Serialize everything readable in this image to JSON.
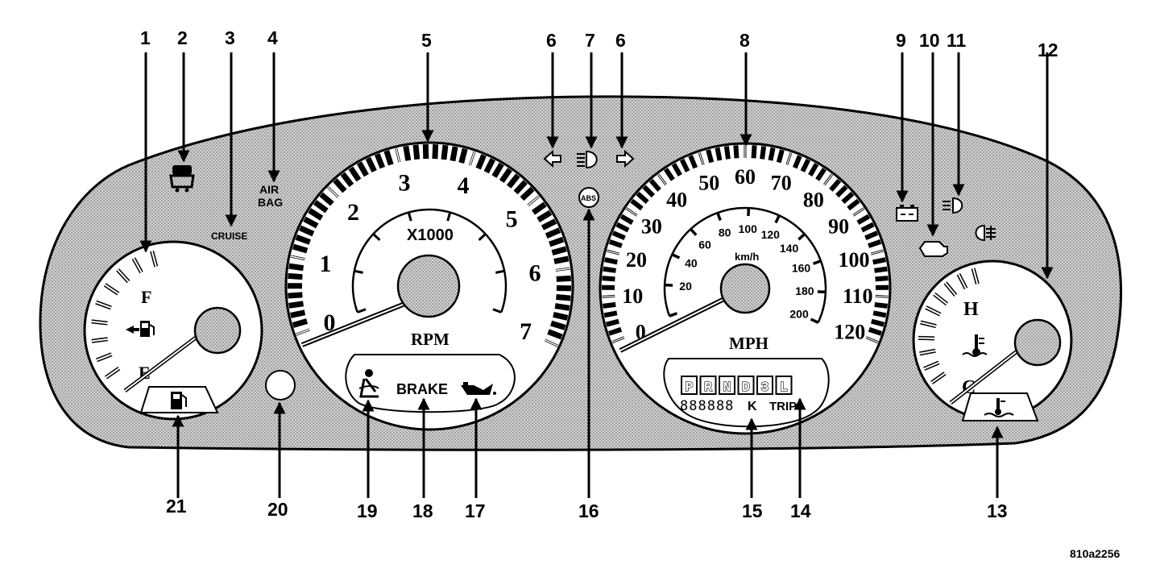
{
  "figure_id": "810a2256",
  "callouts": {
    "c1": "1",
    "c2": "2",
    "c3": "3",
    "c4": "4",
    "c5": "5",
    "c6a": "6",
    "c7": "7",
    "c6b": "6",
    "c8": "8",
    "c9": "9",
    "c10": "10",
    "c11": "11",
    "c12": "12",
    "c13": "13",
    "c14": "14",
    "c15": "15",
    "c16": "16",
    "c17": "17",
    "c18": "18",
    "c19": "19",
    "c20": "20",
    "c21": "21"
  },
  "tachometer": {
    "ticks": [
      "0",
      "1",
      "2",
      "3",
      "4",
      "5",
      "6",
      "7"
    ],
    "multiplier": "X1000",
    "unit": "RPM"
  },
  "speedometer": {
    "mph_ticks": [
      "0",
      "10",
      "20",
      "30",
      "40",
      "50",
      "60",
      "70",
      "80",
      "90",
      "100",
      "110",
      "120"
    ],
    "kmh_ticks": [
      "20",
      "40",
      "60",
      "80",
      "100",
      "120",
      "140",
      "160",
      "180",
      "200"
    ],
    "kmh_unit": "km/h",
    "mph_unit": "MPH"
  },
  "fuel_gauge": {
    "full": "F",
    "empty": "E"
  },
  "temp_gauge": {
    "hot": "H",
    "cold": "C"
  },
  "indicators": {
    "cruise": "CRUISE",
    "airbag_line1": "AIR",
    "airbag_line2": "BAG",
    "brake": "BRAKE",
    "abs": "ABS"
  },
  "odometer": {
    "gears": [
      "P",
      "R",
      "N",
      "D",
      "3",
      "L"
    ],
    "digits": "888888",
    "k_suffix": "K",
    "trip": "TRIP"
  },
  "icons": [
    "fuel-pump-icon",
    "fuel-door-arrow-icon",
    "seatbelt-icon",
    "oil-can-icon",
    "coolant-temp-icon",
    "battery-icon",
    "check-engine-icon",
    "high-beam-icon",
    "fog-lamp-icon",
    "turn-left-arrow-icon",
    "turn-right-arrow-icon",
    "security-icon",
    "abs-icon"
  ]
}
